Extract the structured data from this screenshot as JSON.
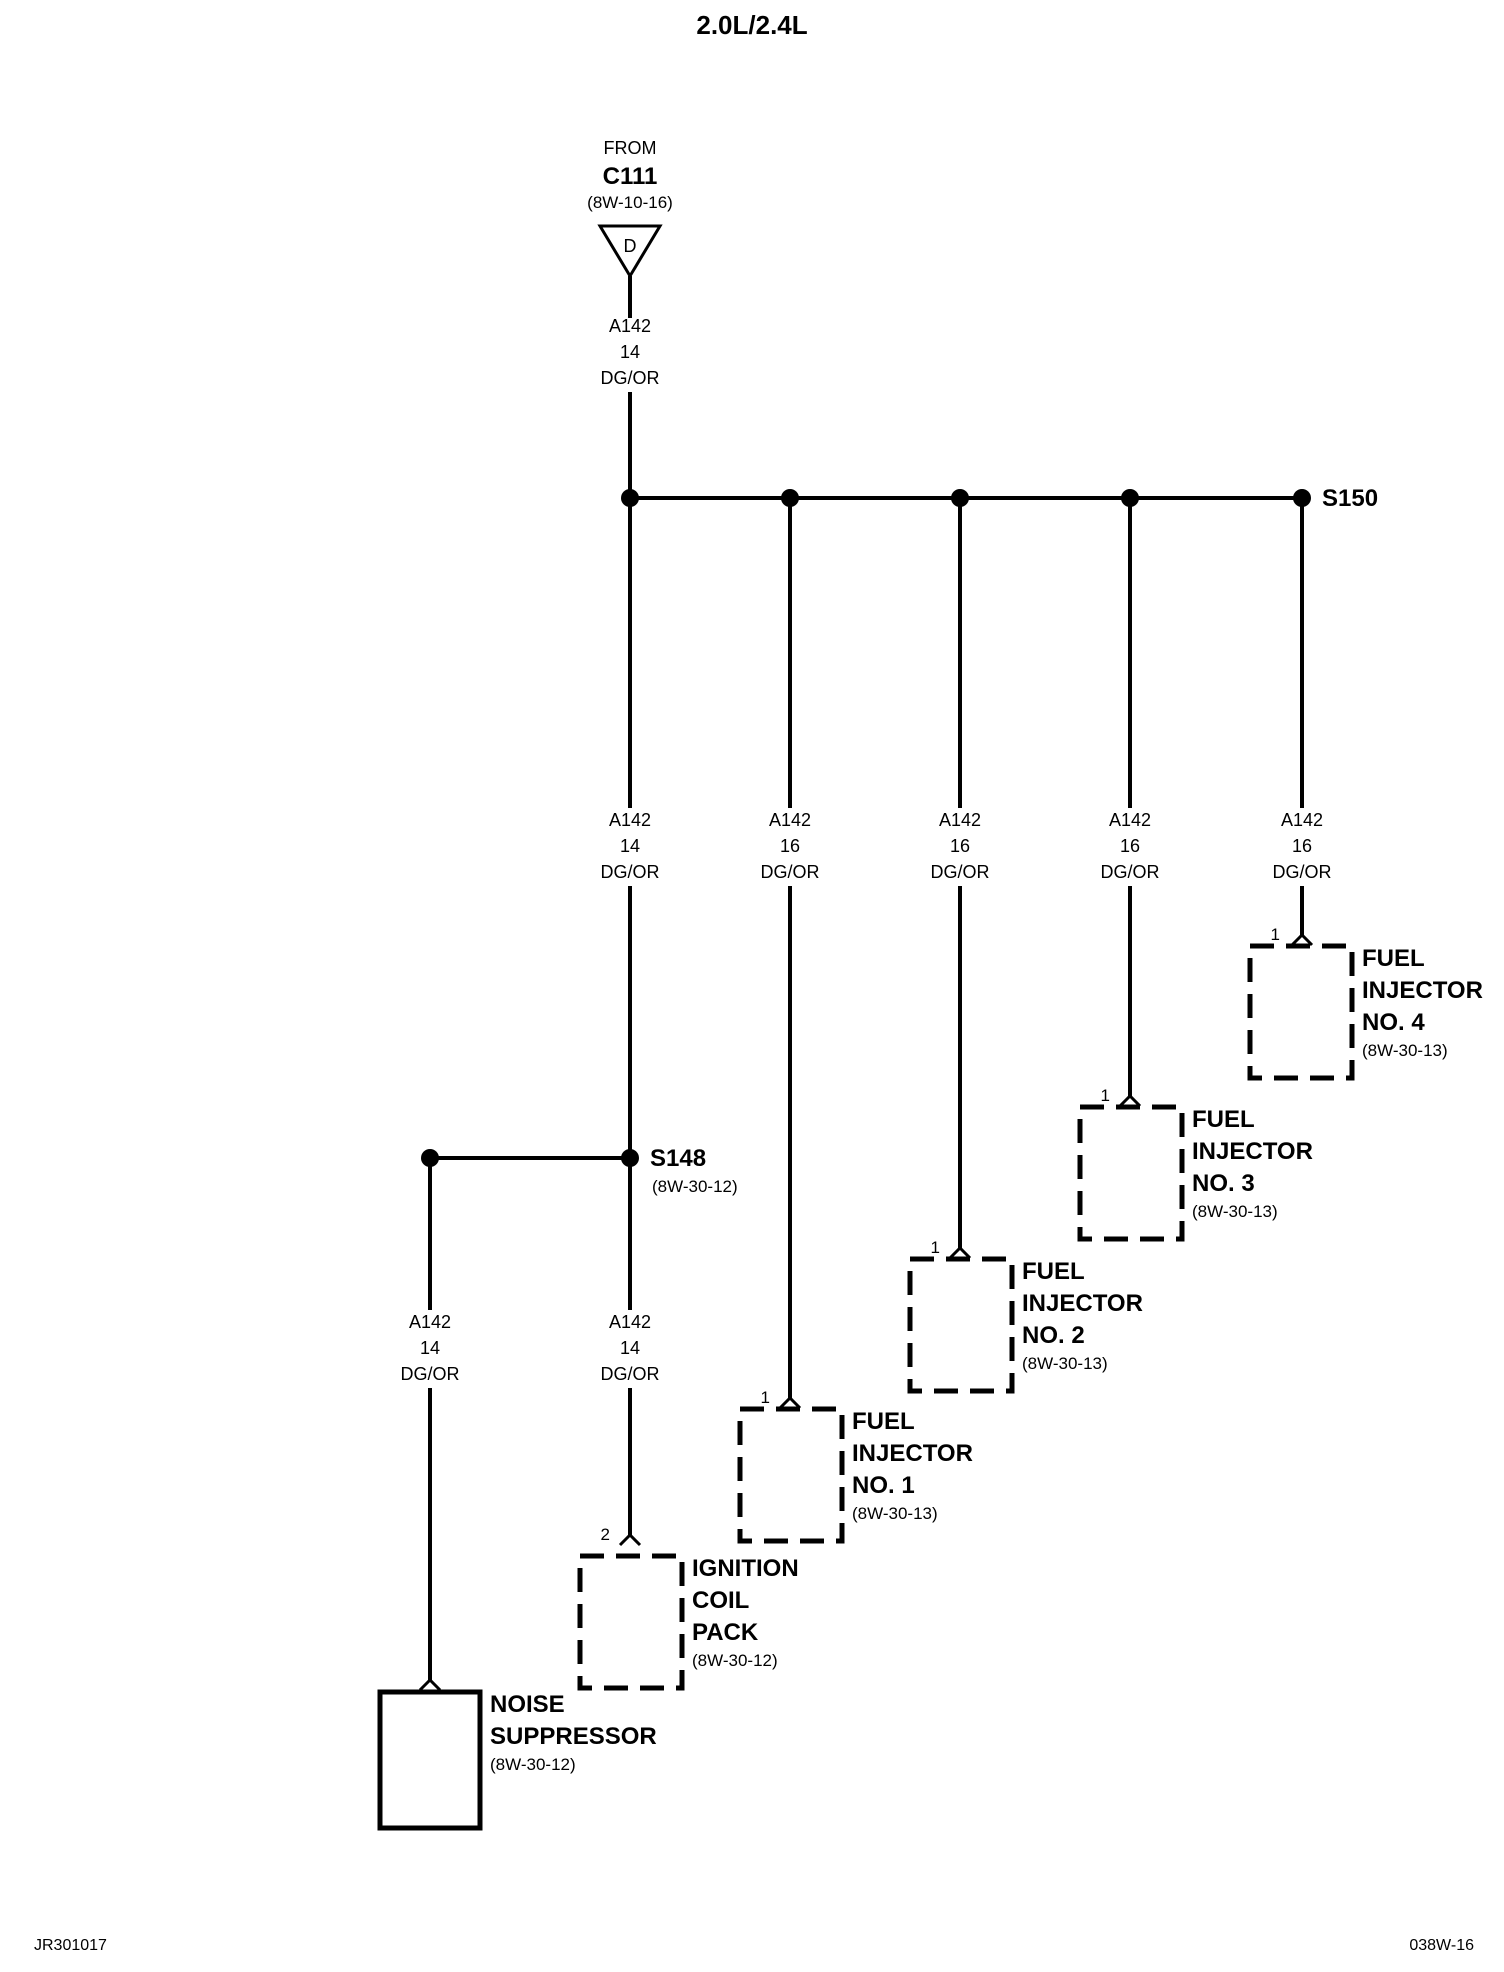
{
  "title": "2.0L/2.4L",
  "source": {
    "from_label": "FROM",
    "connector": "C111",
    "ref": "(8W-10-16)",
    "pin_letter": "D"
  },
  "wires": {
    "top": {
      "circuit": "A142",
      "gauge": "14",
      "color": "DG/OR"
    },
    "main": {
      "circuit": "A142",
      "gauge": "14",
      "color": "DG/OR"
    },
    "inj1": {
      "circuit": "A142",
      "gauge": "16",
      "color": "DG/OR"
    },
    "inj2": {
      "circuit": "A142",
      "gauge": "16",
      "color": "DG/OR"
    },
    "inj3": {
      "circuit": "A142",
      "gauge": "16",
      "color": "DG/OR"
    },
    "inj4": {
      "circuit": "A142",
      "gauge": "16",
      "color": "DG/OR"
    },
    "noise": {
      "circuit": "A142",
      "gauge": "14",
      "color": "DG/OR"
    },
    "coil": {
      "circuit": "A142",
      "gauge": "14",
      "color": "DG/OR"
    }
  },
  "splices": {
    "s150": {
      "label": "S150"
    },
    "s148": {
      "label": "S148",
      "ref": "(8W-30-12)"
    }
  },
  "components": {
    "inj4": {
      "pin": "1",
      "lines": [
        "FUEL",
        "INJECTOR",
        "NO. 4"
      ],
      "ref": "(8W-30-13)"
    },
    "inj3": {
      "pin": "1",
      "lines": [
        "FUEL",
        "INJECTOR",
        "NO. 3"
      ],
      "ref": "(8W-30-13)"
    },
    "inj2": {
      "pin": "1",
      "lines": [
        "FUEL",
        "INJECTOR",
        "NO. 2"
      ],
      "ref": "(8W-30-13)"
    },
    "inj1": {
      "pin": "1",
      "lines": [
        "FUEL",
        "INJECTOR",
        "NO. 1"
      ],
      "ref": "(8W-30-13)"
    },
    "coil": {
      "pin": "2",
      "lines": [
        "IGNITION",
        "COIL",
        "PACK"
      ],
      "ref": "(8W-30-12)"
    },
    "noise": {
      "lines": [
        "NOISE",
        "SUPPRESSOR"
      ],
      "ref": "(8W-30-12)"
    }
  },
  "footer": {
    "left": "JR301017",
    "right": "038W-16"
  }
}
